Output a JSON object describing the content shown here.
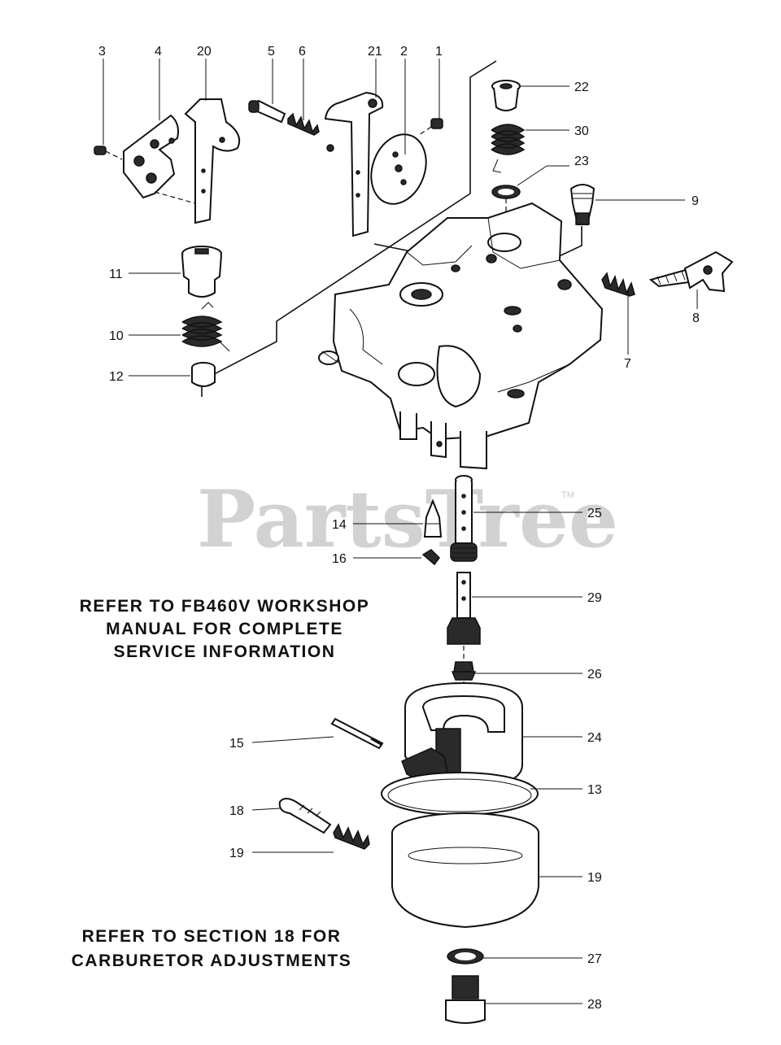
{
  "watermark": {
    "text": "PartsTree",
    "tm": "TM"
  },
  "notes": [
    "REFER TO FB460V WORKSHOP",
    "MANUAL FOR COMPLETE",
    "SERVICE INFORMATION",
    "REFER TO SECTION 18 FOR",
    "CARBURETOR ADJUSTMENTS"
  ],
  "callouts": {
    "c3": "3",
    "c4": "4",
    "c20": "20",
    "c5": "5",
    "c6": "6",
    "c21": "21",
    "c2": "2",
    "c1": "1",
    "c22": "22",
    "c30": "30",
    "c23": "23",
    "c9": "9",
    "c11": "11",
    "c8": "8",
    "c10": "10",
    "c7": "7",
    "c12": "12",
    "c14": "14",
    "c25": "25",
    "c16": "16",
    "c29": "29",
    "c26": "26",
    "c15": "15",
    "c24": "24",
    "c13": "13",
    "c18": "18",
    "c19a": "19",
    "c19b": "19",
    "c27": "27",
    "c28": "28"
  }
}
